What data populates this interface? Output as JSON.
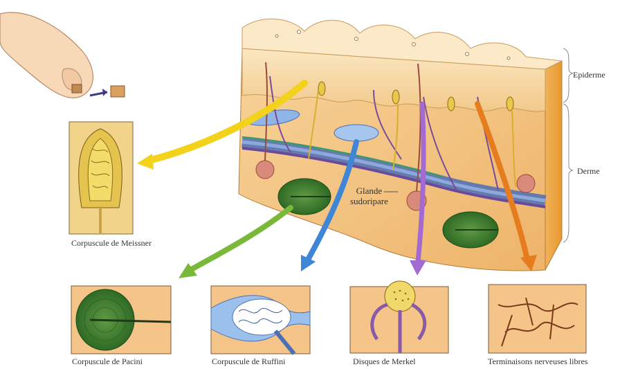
{
  "labels": {
    "epiderme": "Epiderme",
    "derme": "Derme",
    "glande_line1": "Glande",
    "glande_line2": "sudoripare",
    "meissner": "Corpuscule de Meissner",
    "pacini": "Corpuscule de Pacini",
    "ruffini": "Corpuscule de Ruffini",
    "merkel": "Disques de Merkel",
    "libres": "Terminaisons nerveuses libres"
  },
  "colors": {
    "skin_light": "#f6d9a6",
    "skin_mid": "#efc07a",
    "skin_dark": "#e59a3e",
    "panel_bg": "#f7c98b",
    "nerve_blue": "#5b7fc4",
    "nerve_purple": "#7a4a9a",
    "pacini_green": "#3f7a2e",
    "arrow_yellow": "#f2d21a",
    "arrow_green": "#7ab83a",
    "arrow_blue": "#3f86d6",
    "arrow_purple": "#a36ad1",
    "arrow_orange": "#e57d1f",
    "gland_red": "#c97062"
  }
}
